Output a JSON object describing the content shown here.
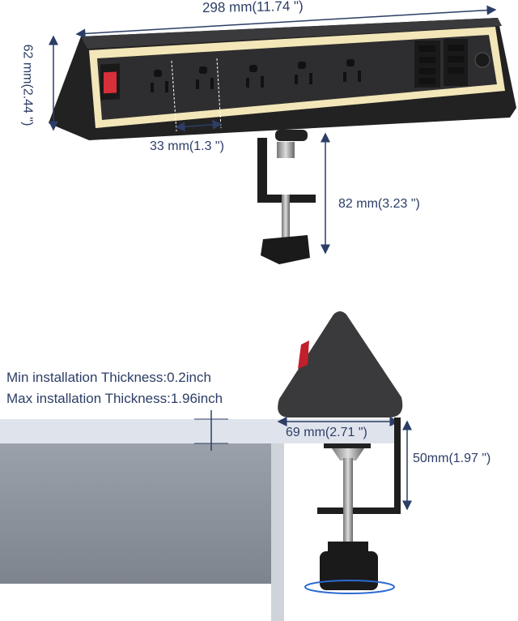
{
  "top_view": {
    "length_label": "298 mm(11.74 \")",
    "height_label": "62 mm(2.44 \")",
    "outlet_spacing_label": "33 mm(1.3 \")",
    "clamp_height_label": "82 mm(3.23 \")"
  },
  "side_view": {
    "min_thickness": "Min installation Thickness:0.2inch",
    "max_thickness": "Max installation Thickness:1.96inch",
    "base_width_label": "69 mm(2.71 \")",
    "clamp_opening_label": "50mm(1.97 \")"
  },
  "colors": {
    "dimension": "#2c3d66",
    "body": "#2a2a2c",
    "led": "#f3e6b8",
    "switch": "#d8303a",
    "desk_top": "#dfe4ec",
    "desk_side": "#8c939c"
  }
}
